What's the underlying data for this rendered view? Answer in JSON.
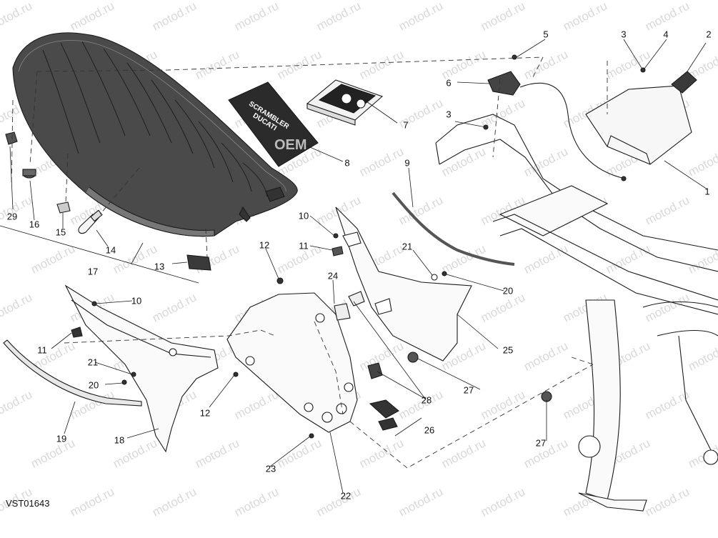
{
  "drawing_code": "VST01643",
  "watermark_text": "motod.ru",
  "book_text": [
    "SCRAMBLER",
    "DUCATI"
  ],
  "bag_text": "OEM",
  "callouts": [
    "1",
    "2",
    "3",
    "3",
    "4",
    "5",
    "6",
    "7",
    "8",
    "9",
    "10",
    "10",
    "11",
    "11",
    "12",
    "12",
    "13",
    "14",
    "15",
    "16",
    "17",
    "18",
    "19",
    "20",
    "20",
    "21",
    "21",
    "22",
    "23",
    "24",
    "25",
    "26",
    "27",
    "27",
    "28",
    "29"
  ],
  "colors": {
    "line": "#1a1a1a",
    "seat": "#3a3a3a",
    "dark": "#2b2b2b",
    "dash": "#333333",
    "watermark": "#d9d9d9"
  }
}
